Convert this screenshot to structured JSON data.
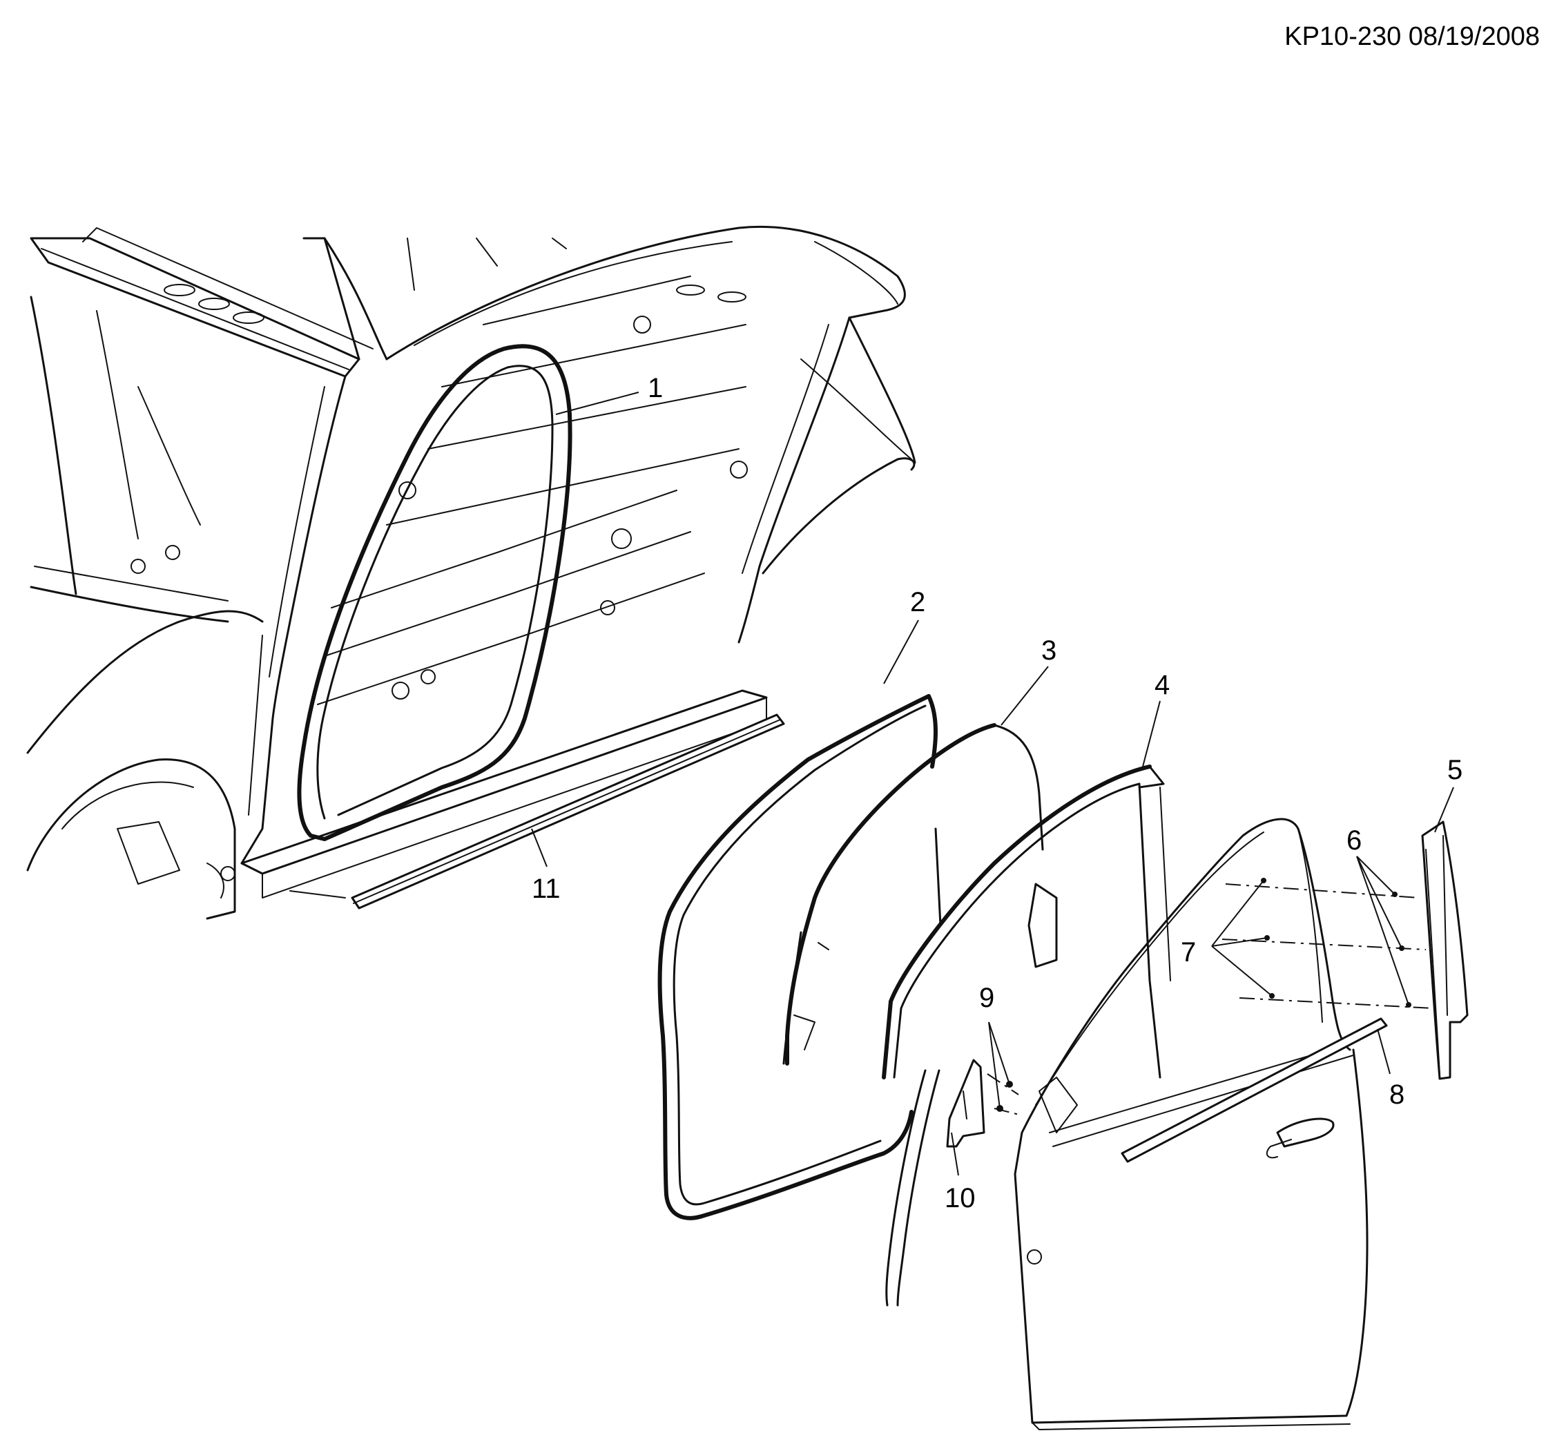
{
  "document_id": "KP10-230 08/19/2008",
  "callouts": {
    "c1": "1",
    "c2": "2",
    "c3": "3",
    "c4": "4",
    "c5": "5",
    "c6": "6",
    "c7": "7",
    "c8": "8",
    "c9": "9",
    "c10": "10",
    "c11": "11"
  }
}
